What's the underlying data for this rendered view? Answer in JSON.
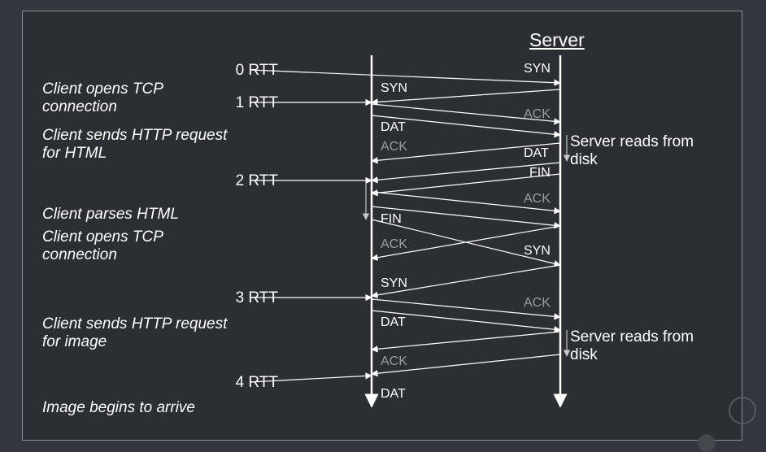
{
  "title": "Server",
  "rtt_marks": [
    "0 RTT",
    "1 RTT",
    "2 RTT",
    "3 RTT",
    "4 RTT"
  ],
  "steps": [
    {
      "line1": "Client opens TCP",
      "line2": "connection"
    },
    {
      "line1": "Client sends HTTP request",
      "line2": "for HTML"
    },
    {
      "line1": "Client parses HTML",
      "line2": ""
    },
    {
      "line1": "Client opens TCP",
      "line2": "connection"
    },
    {
      "line1": "Client sends HTTP request",
      "line2": "for image"
    },
    {
      "line1": "Image begins to arrive",
      "line2": ""
    }
  ],
  "server_notes": [
    {
      "line1": "Server reads from",
      "line2": "disk"
    },
    {
      "line1": "Server reads from",
      "line2": "disk"
    }
  ],
  "packets": [
    {
      "text": "SYN",
      "dim": false
    },
    {
      "text": "SYN",
      "dim": false
    },
    {
      "text": "ACK",
      "dim": true
    },
    {
      "text": "DAT",
      "dim": false
    },
    {
      "text": "ACK",
      "dim": true
    },
    {
      "text": "DAT",
      "dim": false
    },
    {
      "text": "FIN",
      "dim": false
    },
    {
      "text": "ACK",
      "dim": true
    },
    {
      "text": "FIN",
      "dim": false
    },
    {
      "text": "ACK",
      "dim": true
    },
    {
      "text": "SYN",
      "dim": false
    },
    {
      "text": "SYN",
      "dim": false
    },
    {
      "text": "ACK",
      "dim": true
    },
    {
      "text": "DAT",
      "dim": false
    },
    {
      "text": "ACK",
      "dim": true
    },
    {
      "text": "DAT",
      "dim": false
    }
  ],
  "colors": {
    "background": "#2b2e33",
    "line": "#ffffff",
    "dim_text": "#9a9ca1"
  }
}
